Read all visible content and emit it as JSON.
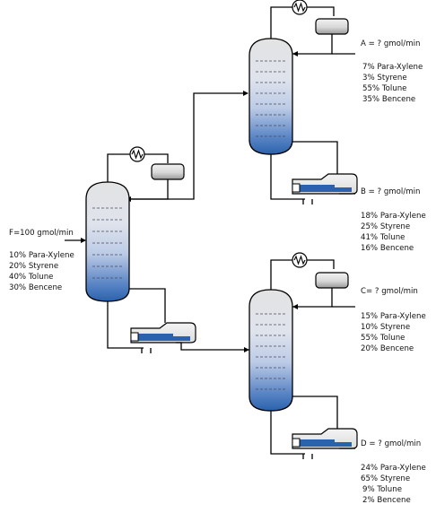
{
  "feed": {
    "label": "F=100 gmol/min",
    "composition": [
      "10% Para-Xylene",
      "20% Styrene",
      "40% Tolune",
      "30% Bencene"
    ]
  },
  "stream_a": {
    "label": "A = ? gmol/min",
    "composition": [
      "7% Para-Xylene",
      "3% Styrene",
      "55% Tolune",
      "35% Bencene"
    ]
  },
  "stream_b": {
    "label": "B = ? gmol/min",
    "composition": [
      "18% Para-Xylene",
      "25% Styrene",
      "41% Tolune",
      "16% Bencene"
    ]
  },
  "stream_c": {
    "label": "C= ? gmol/min",
    "composition": [
      "15% Para-Xylene",
      "10% Styrene",
      "55% Tolune",
      "20% Bencene"
    ]
  },
  "stream_d": {
    "label": "D = ? gmol/min",
    "composition": [
      "24% Para-Xylene",
      "65% Styrene",
      "9% Tolune",
      "2% Bencene"
    ]
  },
  "colors": {
    "liquid_dark": "#2a62ad",
    "liquid_light": "#dfe6f2",
    "vessel_grey": "#d4d4d4",
    "outline": "#000000"
  },
  "icons": [
    "condenser-icon",
    "reflux-drum-icon",
    "reboiler-icon",
    "distillation-column-icon"
  ]
}
